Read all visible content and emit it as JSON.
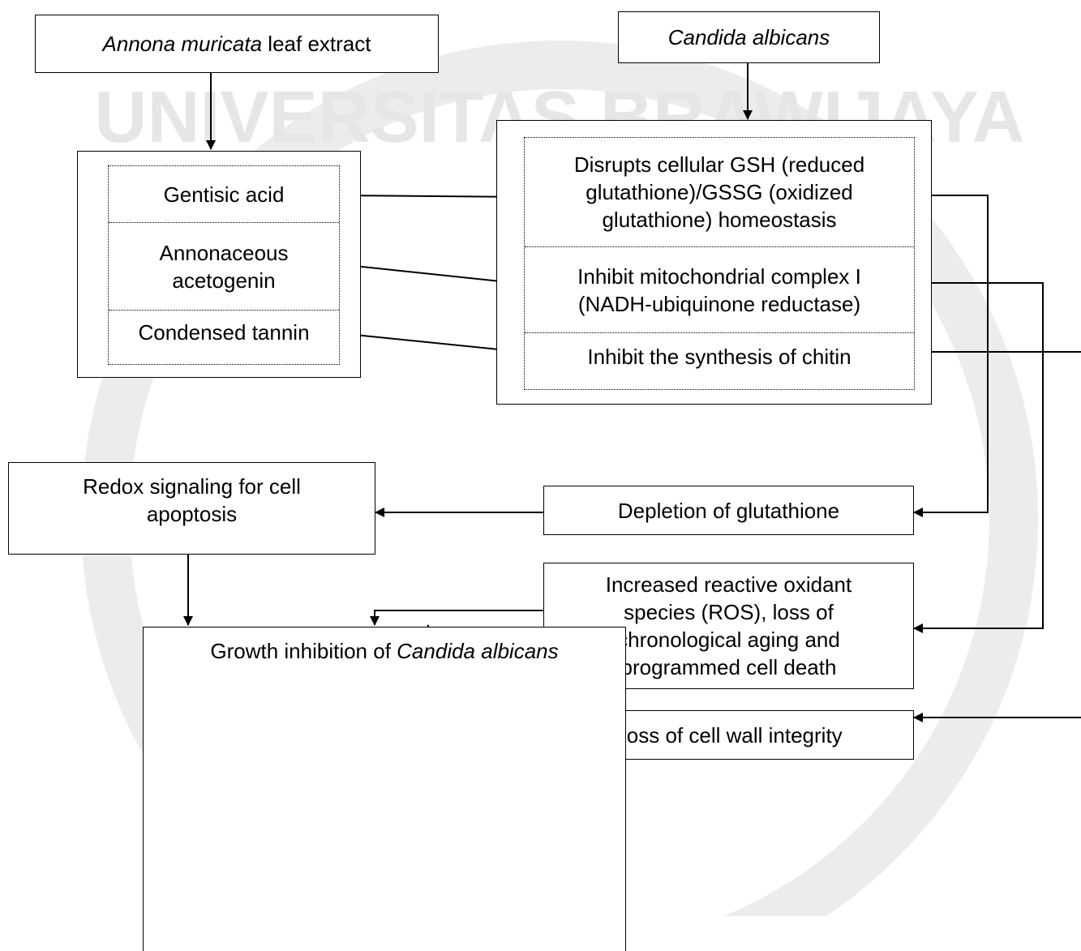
{
  "extract": {
    "italic": "Annona muricata",
    "rest": " leaf extract"
  },
  "organism": {
    "italic": "Candida albicans"
  },
  "compounds": [
    "Gentisic acid",
    "Annonaceous acetogenin",
    "Condensed tannin"
  ],
  "mechanisms": [
    "Disrupts cellular GSH (reduced glutathione)/GSSG (oxidized glutathione) homeostasis",
    "Inhibit mitochondrial complex I (NADH-ubiquinone reductase)",
    "Inhibit the synthesis of chitin"
  ],
  "effects": {
    "redox": "Redox signaling for cell apoptosis",
    "glutathione": "Depletion of glutathione",
    "ros": "Increased reactive oxidant species (ROS), loss of chronological aging and programmed cell death",
    "cell_wall": "Loss of cell wall integrity"
  },
  "result": {
    "prefix": "Growth inhibition of ",
    "italic": "Candida albicans"
  },
  "watermark": {
    "text": "UNIVERSITAS BRAWIJAYA",
    "color": "#d9d9d9"
  }
}
